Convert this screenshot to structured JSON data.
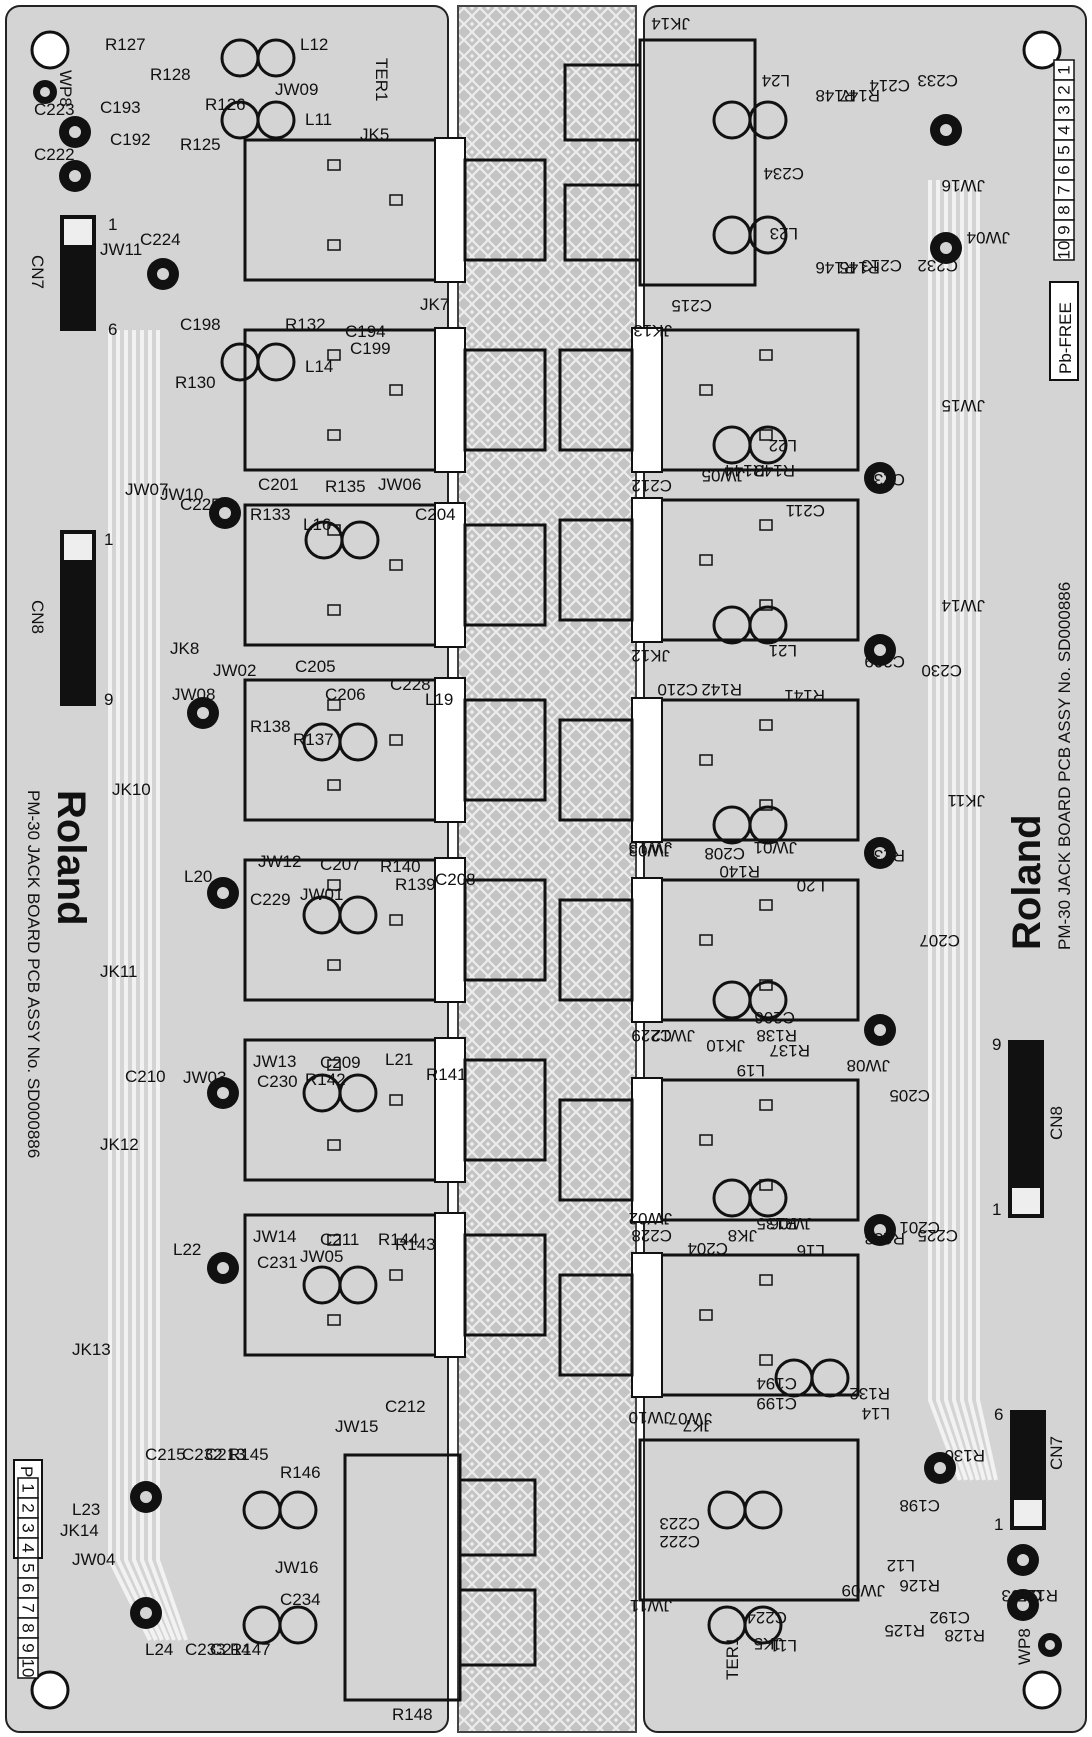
{
  "left": {
    "brand": "Roland",
    "board_title": "PM-30 JACK BOARD  PCB ASSY No. SD000886",
    "pb_free": "Pb-FREE",
    "strip_digits": [
      "1",
      "2",
      "3",
      "4",
      "5",
      "6",
      "7",
      "8",
      "9",
      "10"
    ],
    "cn7": {
      "name": "CN7",
      "pin_first": "1",
      "pin_last": "6"
    },
    "cn8": {
      "name": "CN8",
      "pin_first": "1",
      "pin_last": "9"
    },
    "wp": "WP8",
    "ter": "TER1",
    "labels": [
      "R127",
      "R128",
      "C193",
      "C192",
      "C223",
      "C222",
      "R126",
      "R125",
      "L12",
      "JW09",
      "L11",
      "JK5",
      "C224",
      "JW11",
      "C198",
      "R132",
      "C194",
      "C199",
      "JK7",
      "R130",
      "L14",
      "C201",
      "R135",
      "JW06",
      "L16",
      "C225",
      "R133",
      "JW07",
      "JW10",
      "C204",
      "JK8",
      "JW02",
      "C205",
      "JW08",
      "C228",
      "C206",
      "R138",
      "R137",
      "L19",
      "JK10",
      "JW12",
      "C207",
      "R140",
      "JW01",
      "L20",
      "C229",
      "R139",
      "C208",
      "JK11",
      "JW13",
      "C209",
      "R142",
      "L21",
      "C210",
      "JW03",
      "C230",
      "R141",
      "JK12",
      "JW14",
      "C211",
      "R144",
      "JW05",
      "L22",
      "C231",
      "R143",
      "C212",
      "JK13",
      "JW15",
      "C215",
      "C232",
      "C213",
      "R145",
      "R146",
      "L23",
      "JW04",
      "JW16",
      "C234",
      "L24",
      "C233",
      "C214",
      "R147",
      "R148",
      "JK14"
    ]
  },
  "right": {
    "brand": "Roland",
    "board_title": "PM-30 JACK BOARD  PCB ASSY No. SD000886",
    "pb_free": "Pb-FREE",
    "strip_digits": [
      "1",
      "2",
      "3",
      "4",
      "5",
      "6",
      "7",
      "8",
      "9",
      "10"
    ],
    "cn7": {
      "name": "CN7",
      "pin_first": "1",
      "pin_last": "6"
    },
    "cn8": {
      "name": "CN8",
      "pin_first": "1",
      "pin_last": "9"
    },
    "wp": "WP8",
    "ter": "TER1",
    "labels": [
      "JK14",
      "R148",
      "R147",
      "C214",
      "C233",
      "L24",
      "C234",
      "JW16",
      "L23",
      "R146",
      "R145",
      "C213",
      "C232",
      "JW04",
      "C215",
      "JK13",
      "JW15",
      "C212",
      "R143",
      "L22",
      "R144",
      "JW05",
      "C211",
      "C231",
      "JK12",
      "JW14",
      "C210",
      "R142",
      "L21",
      "R141",
      "C209",
      "C230",
      "JW03",
      "JK11",
      "JW13",
      "C208",
      "R140",
      "JW01",
      "L20",
      "R139",
      "C207",
      "C229",
      "JW12",
      "JK10",
      "C206",
      "R138",
      "L19",
      "R137",
      "JW08",
      "C205",
      "C228",
      "JW02",
      "JK8",
      "C204",
      "R135",
      "JW06",
      "L16",
      "R133",
      "C201",
      "C225",
      "JW10",
      "JW07",
      "JK7",
      "C199",
      "C194",
      "R132",
      "L14",
      "R130",
      "C198",
      "JW11",
      "C224",
      "JK5",
      "L11",
      "JW09",
      "L12",
      "R126",
      "R125",
      "C192",
      "R128",
      "C193",
      "R127",
      "C223",
      "C222"
    ]
  },
  "colors": {
    "board": "#d4d4d4",
    "trace": "#f2f2f2",
    "ink": "#111111",
    "center_bg": "#c4c4c4"
  }
}
